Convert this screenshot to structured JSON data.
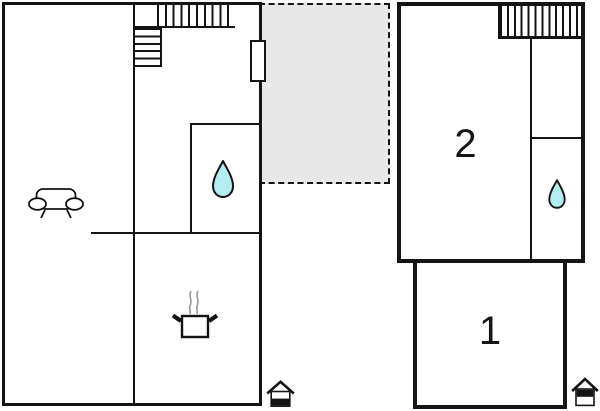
{
  "palette": {
    "wall_color": "#141414",
    "background": "#ffffff",
    "terrace_fill": "#e8e8e8",
    "water_drop_fill": "#b3edf2",
    "steam_color": "#9c9c9c"
  },
  "left_building": {
    "icons": [
      "staircase-icon",
      "door-marker",
      "sofa-icon",
      "water-drop-icon",
      "cooking-pot-icon"
    ],
    "floor_indicator_icon": "house-ground-floor-icon"
  },
  "terrace": {
    "outline": "dashed"
  },
  "right_building": {
    "room_labels": {
      "upper": "2",
      "lower": "1"
    },
    "icons": [
      "staircase-icon",
      "water-drop-icon"
    ],
    "floor_indicator_icon": "house-upper-floor-icon"
  }
}
